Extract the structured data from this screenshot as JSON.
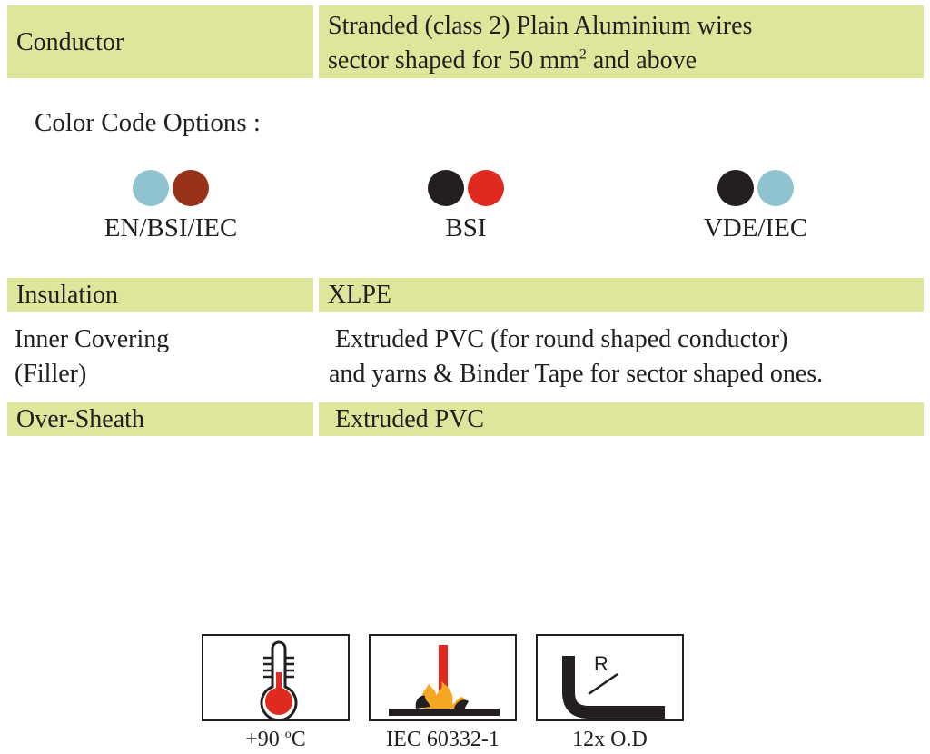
{
  "conductor": {
    "label": "Conductor",
    "line1": "Stranded (class 2) Plain Aluminium wires",
    "line2_pre": "sector shaped for 50 mm",
    "line2_sup": "2",
    "line2_post": " and above"
  },
  "color_code": {
    "heading": "Color Code Options :",
    "options": [
      {
        "label": "EN/BSI/IEC",
        "colors": [
          "#8fc3cf",
          "#983218"
        ]
      },
      {
        "label": "BSI",
        "colors": [
          "#231f20",
          "#e02a20"
        ]
      },
      {
        "label": "VDE/IEC",
        "colors": [
          "#231f20",
          "#8fc3cf"
        ]
      }
    ]
  },
  "insulation": {
    "label": "Insulation",
    "value": "XLPE"
  },
  "inner_covering": {
    "label_line1": "Inner Covering",
    "label_line2": "(Filler)",
    "value_line1": " Extruded PVC (for round shaped conductor)",
    "value_line2": "and yarns & Binder Tape for sector shaped ones."
  },
  "over_sheath": {
    "label": "Over-Sheath",
    "value": "Extruded PVC"
  },
  "icons": [
    {
      "name": "thermometer-icon",
      "caption_pre": "+90 ",
      "caption_sup": "o",
      "caption_post": "C"
    },
    {
      "name": "flame-test-icon",
      "caption": "IEC 60332-1"
    },
    {
      "name": "bend-radius-icon",
      "caption": "12x O.D",
      "glyph": "R"
    }
  ],
  "colors": {
    "row_shade": "#dde69a",
    "text": "#231f20",
    "red": "#e02a20",
    "flame": "#f5a623"
  }
}
